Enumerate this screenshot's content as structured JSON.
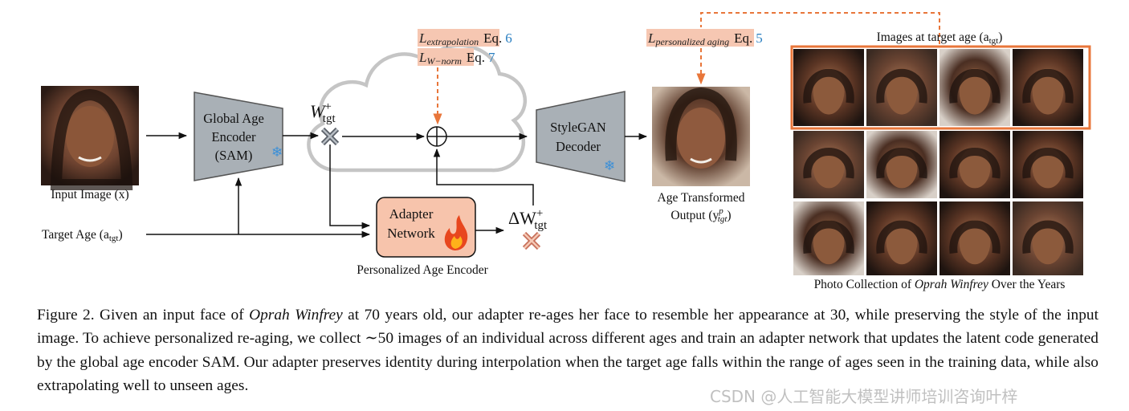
{
  "figure": {
    "input_image_label": "Input Image (x)",
    "target_age_label": "Target Age (a",
    "target_age_sub": "tgt",
    "target_age_close": ")",
    "sam_encoder": {
      "line1": "Global Age",
      "line2": "Encoder",
      "line3": "(SAM)"
    },
    "latent_label": "W",
    "latent_sup": "+",
    "latent_sub": "tgt",
    "delta_label": "ΔW",
    "delta_sup": "+",
    "delta_sub": "tgt",
    "losses": [
      {
        "symbol": "L",
        "sub": "extrapolation",
        "eq": "Eq.",
        "eq_num": "6"
      },
      {
        "symbol": "L",
        "sub": "W−norm",
        "eq": "Eq.",
        "eq_num": "7"
      }
    ],
    "personalized_loss": {
      "symbol": "L",
      "sub": "personalized aging",
      "eq": "Eq.",
      "eq_num": "5"
    },
    "adapter": {
      "line1": "Adapter",
      "line2": "Network"
    },
    "adapter_group_label": "Personalized Age Encoder",
    "decoder": {
      "line1": "StyleGAN",
      "line2": "Decoder"
    },
    "output_label_line1": "Age Transformed",
    "output_label_line2": "Output (y",
    "output_sup": "p",
    "output_sub": "tgt",
    "output_close": ")",
    "target_images_label": "Images at target age (a",
    "target_images_sub": "tgt",
    "target_images_close": ")",
    "collection_label_pre": "Photo Collection of ",
    "collection_label_name": "Oprah Winfrey",
    "collection_label_post": " Over the Years",
    "colors": {
      "loss_highlight": "#f6c7b2",
      "adapter_fill": "#f7c4ac",
      "encoder_fill": "#a9b0b6",
      "highlight_border": "#e8763a",
      "eq_link": "#2a7fc1",
      "snowflake": "#3a8fd8"
    }
  },
  "caption": {
    "prefix": "Figure 2.  Given an input face of ",
    "name": "Oprah Winfrey",
    "body": " at 70 years old, our adapter re-ages her face to resemble her appearance at 30, while preserving the style of the input image. To achieve personalized re-aging, we collect ∼50 images of an individual across different ages and train an adapter network that updates the latent code generated by the global age encoder SAM. Our adapter preserves identity during interpolation when the target age falls within the range of ages seen in the training data, while also extrapolating well to unseen ages."
  },
  "watermark": "CSDN @人工智能大模型讲师培训咨询叶梓"
}
